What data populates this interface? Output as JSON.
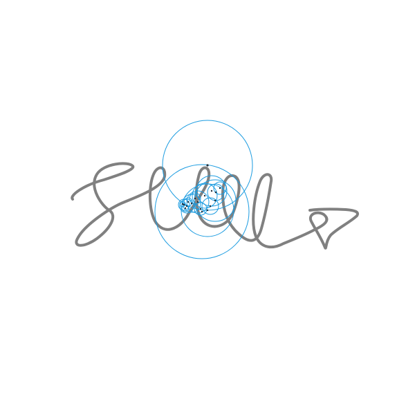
{
  "colors": {
    "background": "#ffffff",
    "signature_stroke": "#808080",
    "epicycle_circle": "#1a9be0",
    "epicycle_point": "#1f2d3a"
  },
  "scene": {
    "description_kind": "fourier-epicycle-drawing",
    "stroke_icon": "handwritten-signature-curve",
    "circle_count": 18
  }
}
